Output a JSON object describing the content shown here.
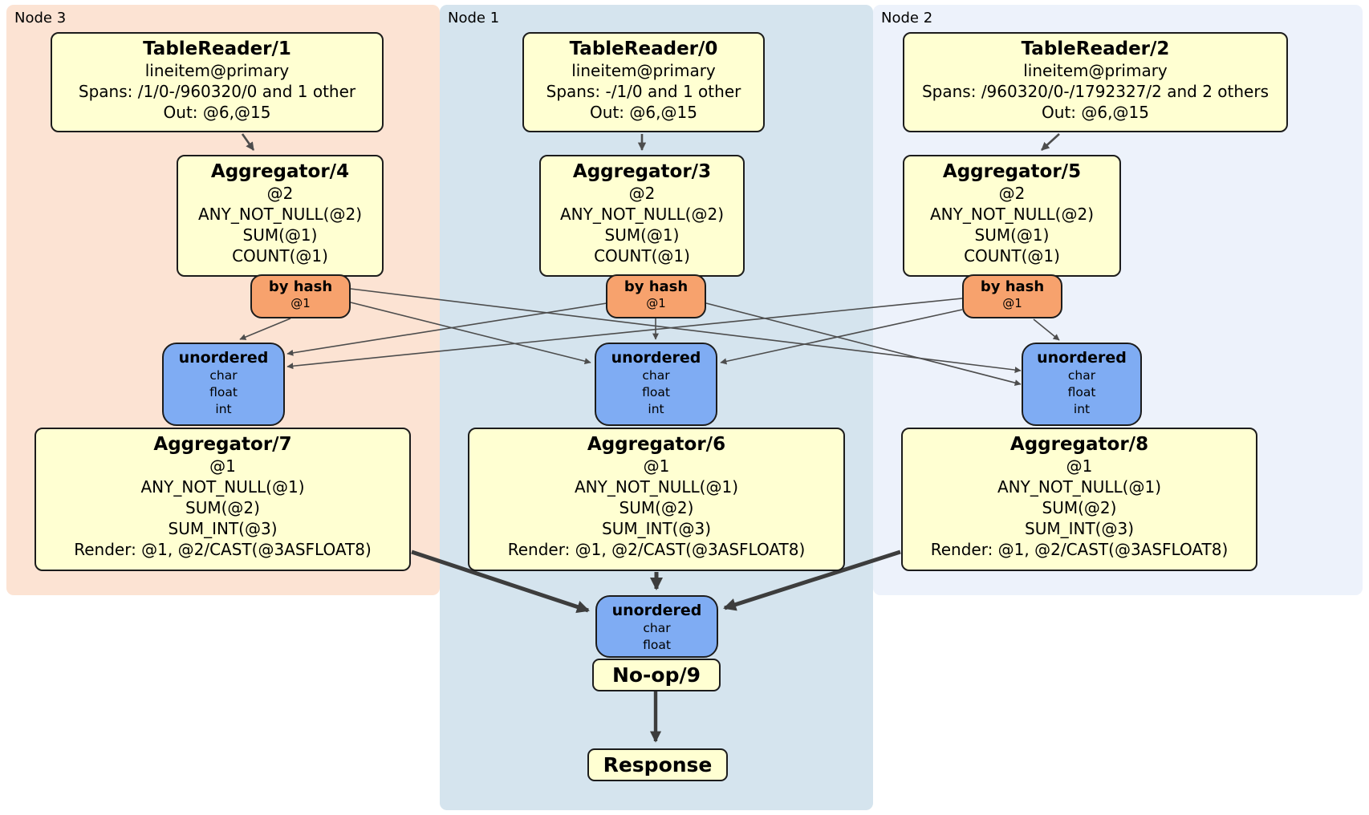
{
  "diagram_type": "distributed-sql-physical-plan",
  "regions": {
    "node3": {
      "label": "Node 3",
      "fill": "#fce3d3"
    },
    "node1": {
      "label": "Node 1",
      "fill": "#d5e4ee"
    },
    "node2": {
      "label": "Node 2",
      "fill": "#edf2fb"
    }
  },
  "colors": {
    "processor_fill": "#ffffd2",
    "router_fill": "#f7a26d",
    "sync_fill": "#7facf3",
    "edge_thin": "#4d4d4d",
    "edge_thick": "#3d3d3d",
    "border": "#1c1c1c"
  },
  "boxes": {
    "tr1": {
      "title": "TableReader/1",
      "lines": [
        "lineitem@primary",
        "Spans: /1/0-/960320/0 and 1 other",
        "Out: @6,@15"
      ]
    },
    "tr0": {
      "title": "TableReader/0",
      "lines": [
        "lineitem@primary",
        "Spans: -/1/0 and 1 other",
        "Out: @6,@15"
      ]
    },
    "tr2": {
      "title": "TableReader/2",
      "lines": [
        "lineitem@primary",
        "Spans: /960320/0-/1792327/2 and 2 others",
        "Out: @6,@15"
      ]
    },
    "agg4": {
      "title": "Aggregator/4",
      "lines": [
        "@2",
        "ANY_NOT_NULL(@2)",
        "SUM(@1)",
        "COUNT(@1)"
      ]
    },
    "agg3": {
      "title": "Aggregator/3",
      "lines": [
        "@2",
        "ANY_NOT_NULL(@2)",
        "SUM(@1)",
        "COUNT(@1)"
      ]
    },
    "agg5": {
      "title": "Aggregator/5",
      "lines": [
        "@2",
        "ANY_NOT_NULL(@2)",
        "SUM(@1)",
        "COUNT(@1)"
      ]
    },
    "byhash3": {
      "title": "by hash",
      "lines": [
        "@1"
      ]
    },
    "byhash1": {
      "title": "by hash",
      "lines": [
        "@1"
      ]
    },
    "byhash2": {
      "title": "by hash",
      "lines": [
        "@1"
      ]
    },
    "unord3": {
      "title": "unordered",
      "lines": [
        "char",
        "float",
        "int"
      ]
    },
    "unord1": {
      "title": "unordered",
      "lines": [
        "char",
        "float",
        "int"
      ]
    },
    "unord2": {
      "title": "unordered",
      "lines": [
        "char",
        "float",
        "int"
      ]
    },
    "agg7": {
      "title": "Aggregator/7",
      "lines": [
        "@1",
        "ANY_NOT_NULL(@1)",
        "SUM(@2)",
        "SUM_INT(@3)",
        "Render: @1, @2/CAST(@3ASFLOAT8)"
      ]
    },
    "agg6": {
      "title": "Aggregator/6",
      "lines": [
        "@1",
        "ANY_NOT_NULL(@1)",
        "SUM(@2)",
        "SUM_INT(@3)",
        "Render: @1, @2/CAST(@3ASFLOAT8)"
      ]
    },
    "agg8": {
      "title": "Aggregator/8",
      "lines": [
        "@1",
        "ANY_NOT_NULL(@1)",
        "SUM(@2)",
        "SUM_INT(@3)",
        "Render: @1, @2/CAST(@3ASFLOAT8)"
      ]
    },
    "unordFinal": {
      "title": "unordered",
      "lines": [
        "char",
        "float"
      ]
    },
    "noop": {
      "title": "No-op/9"
    },
    "response": {
      "title": "Response"
    }
  }
}
